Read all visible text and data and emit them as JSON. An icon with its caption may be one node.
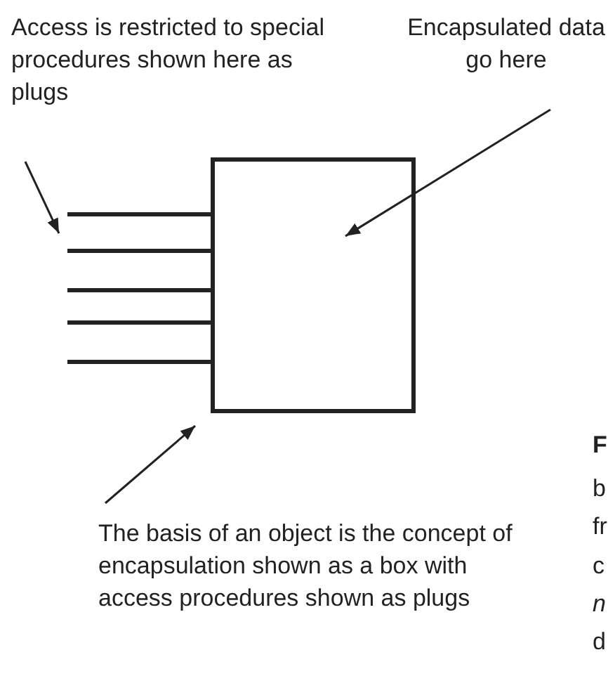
{
  "diagram": {
    "nodes": [
      {
        "text": [
          "Access is restricted to special procedures shown here as plugs"
        ]
      },
      {
        "text": [
          "Encapsulated data go here"
        ]
      },
      {
        "text": [],
        "shape": "box"
      },
      {
        "text": [
          "The basis of an object is the concept of encapsulation shown as a box with access procedures shown as plugs"
        ]
      },
      {
        "text": [],
        "shape": "bar"
      },
      {
        "text": [],
        "shape": "bar"
      },
      {
        "text": [],
        "shape": "bar"
      },
      {
        "text": [],
        "shape": "bar"
      },
      {
        "text": [],
        "shape": "bar"
      }
    ],
    "edges": [
      {
        "from": 0,
        "to": 4,
        "arrow": "to"
      },
      {
        "from": 1,
        "to": 2,
        "arrow": "to"
      },
      {
        "from": 3,
        "to": 2,
        "arrow": "to"
      }
    ],
    "labels": [
      "F",
      "b",
      "fr",
      "c",
      "n",
      "d"
    ]
  }
}
